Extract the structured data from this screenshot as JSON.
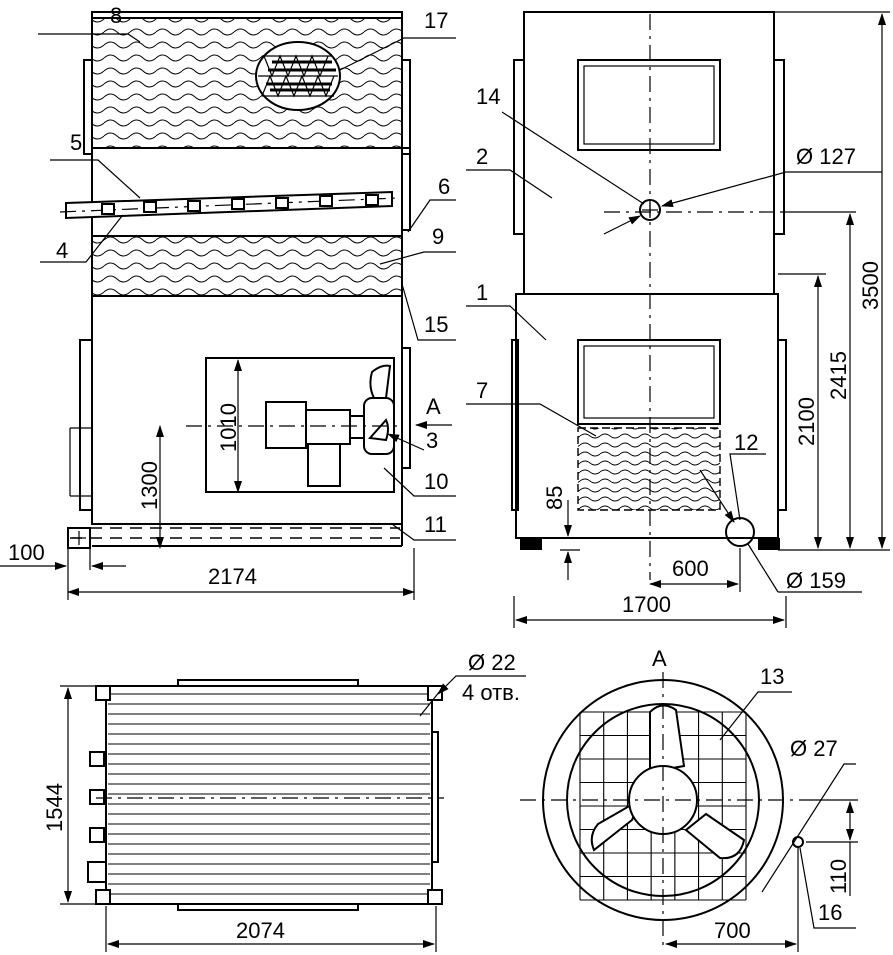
{
  "parts": {
    "p1": "1",
    "p2": "2",
    "p3": "3",
    "p4": "4",
    "p5": "5",
    "p6": "6",
    "p7": "7",
    "p8": "8",
    "p9": "9",
    "p10": "10",
    "p11": "11",
    "p12": "12",
    "p13": "13",
    "p14": "14",
    "p15": "15",
    "p16": "16",
    "p17": "17"
  },
  "section_label": "A",
  "dimensions": {
    "d100": "100",
    "d2174": "2174",
    "d1300": "1300",
    "d1010": "1010",
    "d127": "Ø 127",
    "d3500": "3500",
    "d2415": "2415",
    "d2100": "2100",
    "d85": "85",
    "d600": "600",
    "d159": "Ø 159",
    "d1700": "1700",
    "d22": "Ø 22",
    "holes": "4 отв.",
    "d1544": "1544",
    "d2074": "2074",
    "d27": "Ø 27",
    "d110": "110",
    "d700": "700"
  }
}
